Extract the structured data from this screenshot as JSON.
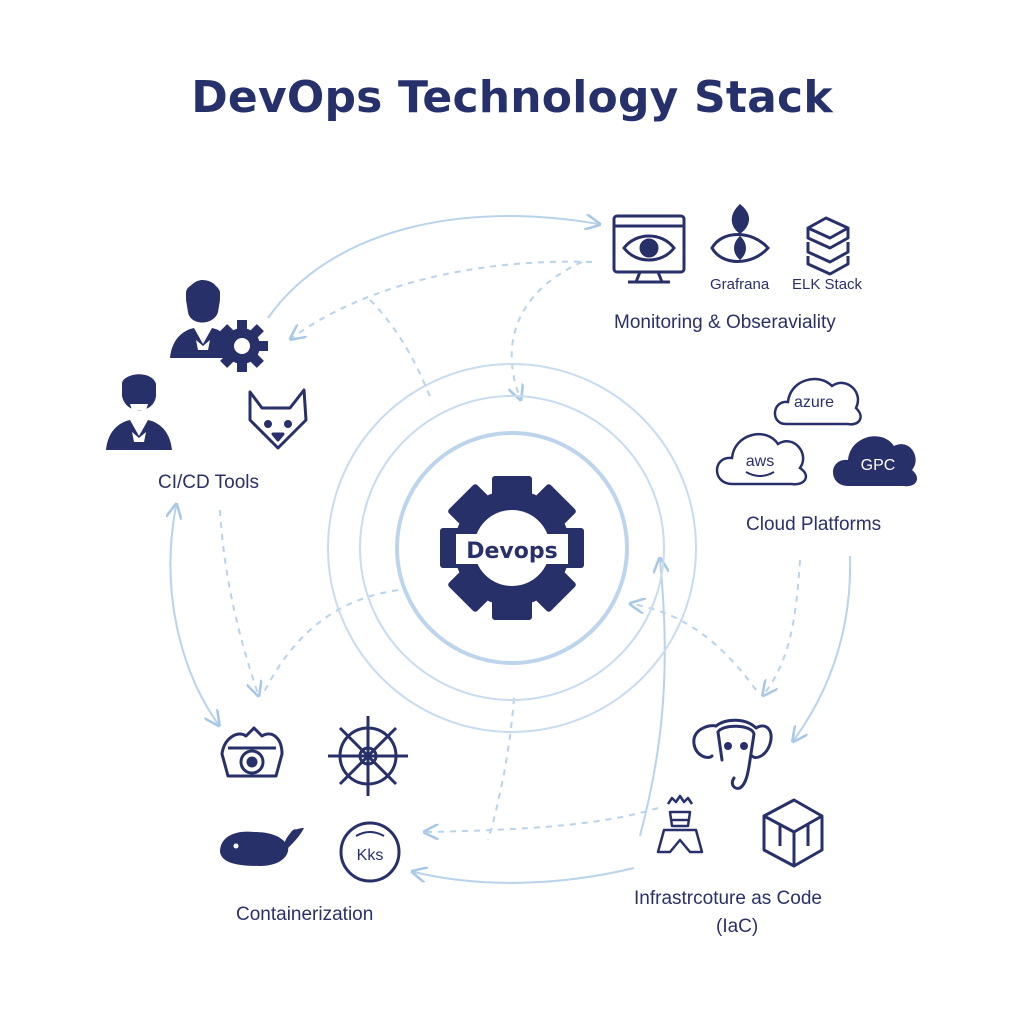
{
  "title": "DevOps Technology Stack",
  "center": {
    "label": "Devops"
  },
  "categories": {
    "cicd": {
      "label": "CI/CD Tools"
    },
    "monitoring": {
      "label": "Monitoring & Obseraviality",
      "tools": [
        "Grafrana",
        "ELK Stack"
      ]
    },
    "cloud": {
      "label": "Cloud Platforms",
      "providers": [
        "azure",
        "aws",
        "GPC"
      ]
    },
    "iac": {
      "label_line1": "Infrastrcoture as Code",
      "label_line2": "(IaC)"
    },
    "containers": {
      "label": "Containerization",
      "tools": [
        "Kks"
      ]
    }
  },
  "colors": {
    "primary": "#28306a",
    "connector": "#b8d3ea",
    "ring": "#c7dcef",
    "background": "#ffffff"
  },
  "icons": [
    "devops-gear-icon",
    "user-gear-icon",
    "user-icon",
    "fox-icon",
    "monitor-eye-icon",
    "grafana-flame-eye-icon",
    "elk-stack-server-icon",
    "azure-cloud-icon",
    "aws-cloud-icon",
    "gcp-cloud-icon",
    "elephant-icon",
    "ansible-figure-icon",
    "cube-icon",
    "container-bag-icon",
    "helm-wheel-icon",
    "docker-whale-icon",
    "kubernetes-badge-icon"
  ]
}
